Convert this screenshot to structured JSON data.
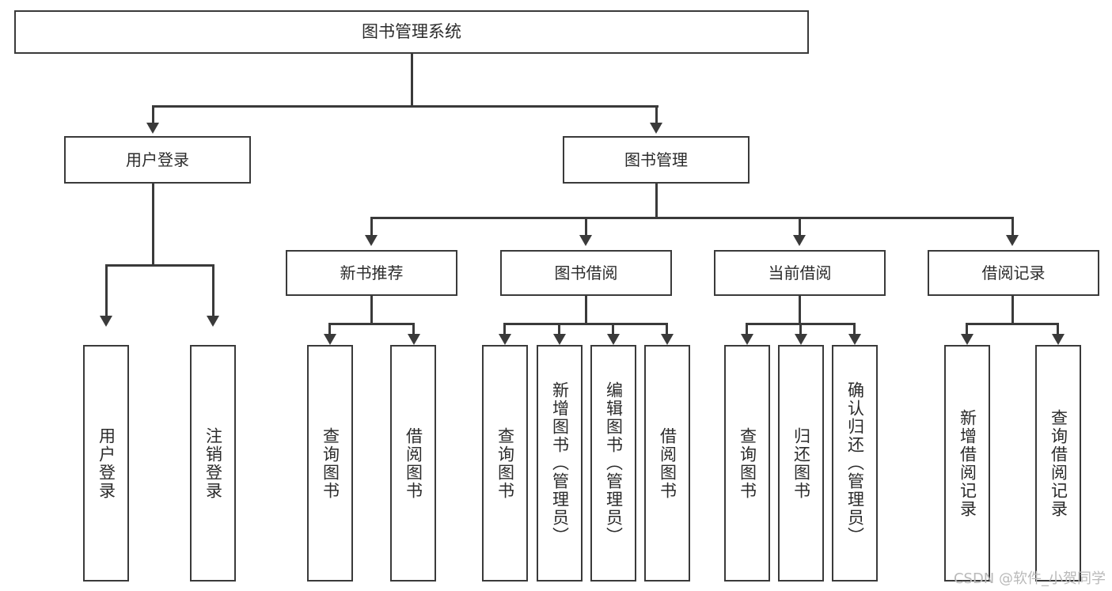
{
  "diagram": {
    "title": "图书管理系统",
    "type": "tree-hierarchy",
    "colors": {
      "stroke": "#3a3a3a",
      "fill": "#ffffff",
      "text": "#2b2b2b",
      "watermark": "#b9b9b9"
    },
    "root": {
      "label": "图书管理系统"
    },
    "level2": [
      {
        "label": "用户登录"
      },
      {
        "label": "图书管理"
      }
    ],
    "level3": [
      {
        "label": "新书推荐"
      },
      {
        "label": "图书借阅"
      },
      {
        "label": "当前借阅"
      },
      {
        "label": "借阅记录"
      }
    ],
    "leaves": {
      "user_login": [
        {
          "label": "用户登录"
        },
        {
          "label": "注销登录"
        }
      ],
      "new_book_recommend": [
        {
          "label": "查询图书"
        },
        {
          "label": "借阅图书"
        }
      ],
      "book_borrow": [
        {
          "label": "查询图书"
        },
        {
          "label": "新增图书（管理员）"
        },
        {
          "label": "编辑图书（管理员）"
        },
        {
          "label": "借阅图书"
        }
      ],
      "current_borrow": [
        {
          "label": "查询图书"
        },
        {
          "label": "归还图书"
        },
        {
          "label": "确认归还（管理员）"
        }
      ],
      "borrow_record": [
        {
          "label": "新增借阅记录"
        },
        {
          "label": "查询借阅记录"
        }
      ]
    }
  },
  "watermark": {
    "text": "CSDN @软件_小贺同学"
  }
}
